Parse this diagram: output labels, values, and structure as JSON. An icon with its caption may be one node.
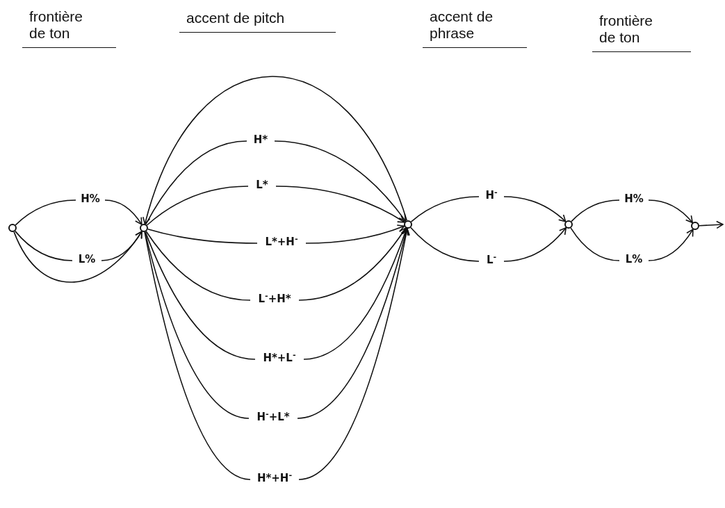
{
  "diagram": {
    "nodes": [
      {
        "text": [],
        "shape": "circle"
      },
      {
        "text": [],
        "shape": "circle"
      },
      {
        "text": [],
        "shape": "circle"
      },
      {
        "text": [],
        "shape": "circle"
      },
      {
        "text": [],
        "shape": "circle"
      }
    ],
    "edges": [
      {
        "from": 0,
        "to": 1,
        "arrow": "to",
        "label": "H%"
      },
      {
        "from": 0,
        "to": 1,
        "arrow": "to",
        "label": "L%"
      },
      {
        "from": 0,
        "to": 1,
        "arrow": "to"
      },
      {
        "from": 2,
        "to": 1,
        "arrow": "to"
      },
      {
        "from": 1,
        "to": 2,
        "arrow": "to",
        "label": "H*"
      },
      {
        "from": 1,
        "to": 2,
        "arrow": "to",
        "label": "L*"
      },
      {
        "from": 1,
        "to": 2,
        "arrow": "to",
        "label": "L*+H$^{-}$"
      },
      {
        "from": 1,
        "to": 2,
        "arrow": "to",
        "label": "L$^{-}$+H*"
      },
      {
        "from": 1,
        "to": 2,
        "arrow": "to",
        "label": "H*+L$^{-}$"
      },
      {
        "from": 1,
        "to": 2,
        "arrow": "to",
        "label": "H$^{-}$+L*"
      },
      {
        "from": 1,
        "to": 2,
        "arrow": "to",
        "label": "H*+H$^{-}$"
      },
      {
        "from": 2,
        "to": 3,
        "arrow": "to",
        "label": "H$^{-}$"
      },
      {
        "from": 2,
        "to": 3,
        "arrow": "to",
        "label": "L$^{-}$"
      },
      {
        "from": 3,
        "to": 4,
        "arrow": "to",
        "label": "H%"
      },
      {
        "from": 3,
        "to": 4,
        "arrow": "to",
        "label": "L%"
      },
      {
        "from": 4,
        "to": null,
        "arrow": "to"
      }
    ],
    "labels": [
      "frontière de ton",
      "accent de pitch",
      "accent de phrase",
      "frontière de ton"
    ]
  }
}
